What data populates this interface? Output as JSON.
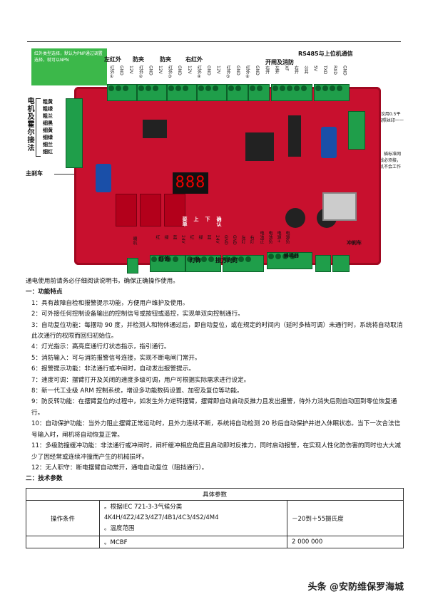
{
  "diagram": {
    "note_green": "红外类型选择，默认为PNP通过调置选择，就可以NPN",
    "top_labels": [
      "左红外",
      "防夹",
      "防夹",
      "右红外",
      "开闸及消防",
      "RS485与上位机通信"
    ],
    "top_pins": [
      "红外①",
      "GND",
      "12V",
      "红外②",
      "GND",
      "12V",
      "红外③",
      "GND",
      "12V",
      "红外④",
      "GND",
      "12V",
      "红外⑤",
      "GND",
      "红外⑥",
      "GND",
      "右开",
      "左开",
      "XF",
      "右开",
      "公共",
      "5V",
      "TXD",
      "RXD",
      "GND"
    ],
    "left_title": "电机及霍尔接法",
    "left_pins": [
      "粗黄",
      "粗绿",
      "粗兰",
      "细黑",
      "细黄",
      "细绿",
      "细兰",
      "细红"
    ],
    "left_brake": "主刹车",
    "right_note1": "联机线 建议用0.5平方5芯线按照丝印一一对应",
    "right_note2": "联机网线，插标准网网线，网线必须接，要不然从机不会工作",
    "lcd": "888",
    "bottom_labels": [
      "喇叭",
      "灯饰",
      "灯饰",
      "接方向灯",
      "电池正",
      "电池负",
      "电源+",
      "电源负",
      "蜂鸣器",
      "冲刹车"
    ],
    "bottom_pins": [
      "红",
      "绿",
      "蓝",
      "24V",
      "红",
      "绿",
      "蓝",
      "24V",
      "GND",
      "GND",
      "左灯",
      "右灯"
    ],
    "board_keys": [
      "菜单",
      "上",
      "下",
      "确认"
    ]
  },
  "intro": "通电使用前请务必仔细阅读说明书，确保正确操作使用。",
  "section1_title": "一：功能特点",
  "features": [
    "1：具有故障自检和报警提示功能，方便用户维护及使用。",
    "2：可外接任何控制设备输出的控制信号或按钮或遥控，实现单双向控制通行。",
    "3：自动复位功能：每摆动 90 度，并检测人和物体通过后，即自动复位，或在规定的时间内（延时多档可调）未通行时，系统将自动取消此次通行的权限而回归初始位。",
    "4：灯光指示：高亮度通行灯状态指示，指引通行。",
    "5：消防输入：可与消防报警信号连接，实现不断电闸门常开。",
    "6：报警提示功能：非法通行或冲闸时，自动发出报警提示。",
    "7：速度可调：摆臂打开及关闭的速度多级可调，用户可根据实际需求进行设定。",
    "8：新一代工业级 ARM 控制系统，增设多功能数码设置、加密及复位等功能。",
    "9：防反转功能：在摆臂复位的过程中，如发生外力逆转摆臂，摆臂即自动启动反推力且发出报警，待外力消失后则自动回到零位恢复通行。",
    "10：自动保护功能：当外力阻止摆臂正常运动时，且外力连续不断，系统将自动检测 20 秒后自动保护并进入休眠状态。当下一次合法信号输入时，闸机将自动恢复正常。",
    "11：多级防撞缓冲功能：非法通行或冲闸时，闸杆缓冲相应角度且启动即时反推力，同时启动报警，在实现人性化防伤害的同时也大大减少了因经常或连续冲撞而产生的机械损坏。",
    "12：无人职守：断电摆臂自动常开，通电自动复位（阻挡通行）。"
  ],
  "section2_title": "二：技术参数",
  "table": {
    "header": "具体参数",
    "row1_label": "操作条件",
    "row1_lines": [
      "。根据IEC 721-3-3气候分类",
      "4K4H/4Z2/4Z3/4Z7/4B1/4C3/4S2/4M4",
      "。温度范围"
    ],
    "row1_value": "－20到＋55摄氏度",
    "row2_label": "",
    "row2_text": "。MCBF",
    "row2_value": "2 000 000"
  },
  "watermark": "头条 @安防维保罗海城"
}
